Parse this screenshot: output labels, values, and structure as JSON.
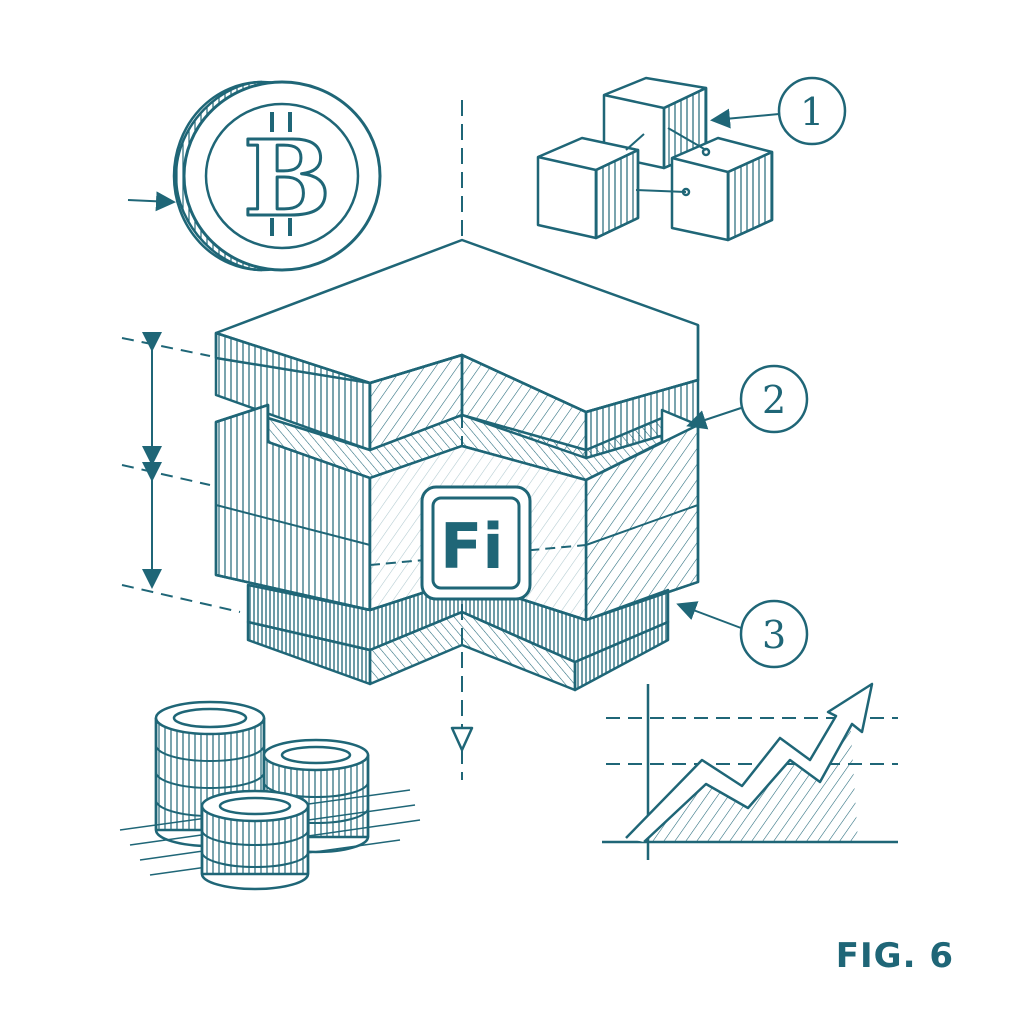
{
  "figure": {
    "label": "FIG. 6",
    "ink_color": "#1f6677"
  },
  "logo": {
    "text": "Fi"
  },
  "bitcoin": {
    "symbol": "B"
  },
  "callouts": [
    {
      "number": "1"
    },
    {
      "number": "2"
    },
    {
      "number": "3"
    }
  ],
  "icons": [
    "bitcoin-coin-icon",
    "blockchain-cubes-icon",
    "coin-stacks-icon",
    "growth-chart-icon"
  ]
}
